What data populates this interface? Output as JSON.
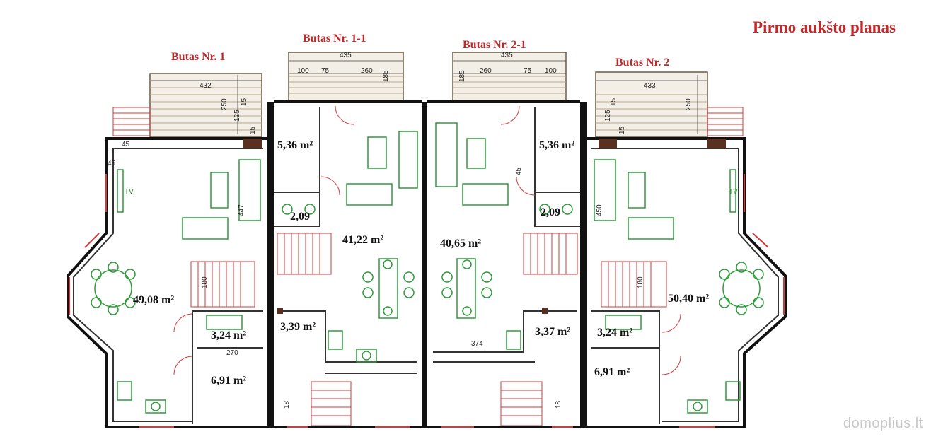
{
  "title": "Pirmo aukšto planas",
  "units": [
    {
      "label": "Butas Nr. 1"
    },
    {
      "label": "Butas Nr. 1-1"
    },
    {
      "label": "Butas Nr. 2-1"
    },
    {
      "label": "Butas Nr. 2"
    }
  ],
  "areas": {
    "u1_living": "49,08 m²",
    "u1_wc": "3,24 m²",
    "u1_room": "6,91 m²",
    "u11_hall": "5,36 m²",
    "u11_wc": "2,09",
    "u11_living": "41,22 m²",
    "u11_store": "3,39 m²",
    "u21_living": "40,65 m²",
    "u21_hall": "5,36 m²",
    "u21_wc": "2,09",
    "u21_store": "3,37 m²",
    "u2_living": "50,40 m²",
    "u2_wc": "3,24 m²",
    "u2_room": "6,91 m²"
  },
  "dimensions": {
    "d432": "432",
    "d250a": "250",
    "d125a": "125",
    "d15a": "15",
    "d15b": "15",
    "d45a": "45",
    "d45b": "45",
    "d447": "447",
    "d180a": "180",
    "d270": "270",
    "d18a": "18",
    "d435a": "435",
    "d100a": "100",
    "d75a": "75",
    "d260a": "260",
    "d185a": "185",
    "d435b": "435",
    "d260b": "260",
    "d75b": "75",
    "d100b": "100",
    "d185b": "185",
    "d374": "374",
    "d433": "433",
    "d250b": "250",
    "d125b": "125",
    "d15c": "15",
    "d15d": "15",
    "d450": "450",
    "d180b": "180",
    "d18b": "18",
    "d45c": "45"
  },
  "tv_label": "TV",
  "watermark": "domoplius.lt",
  "colors": {
    "wall": "#111111",
    "furniture": "#2e9a3a",
    "stairs": "#d23a3a",
    "deck": "#b8a58c",
    "title": "#c0282a"
  }
}
